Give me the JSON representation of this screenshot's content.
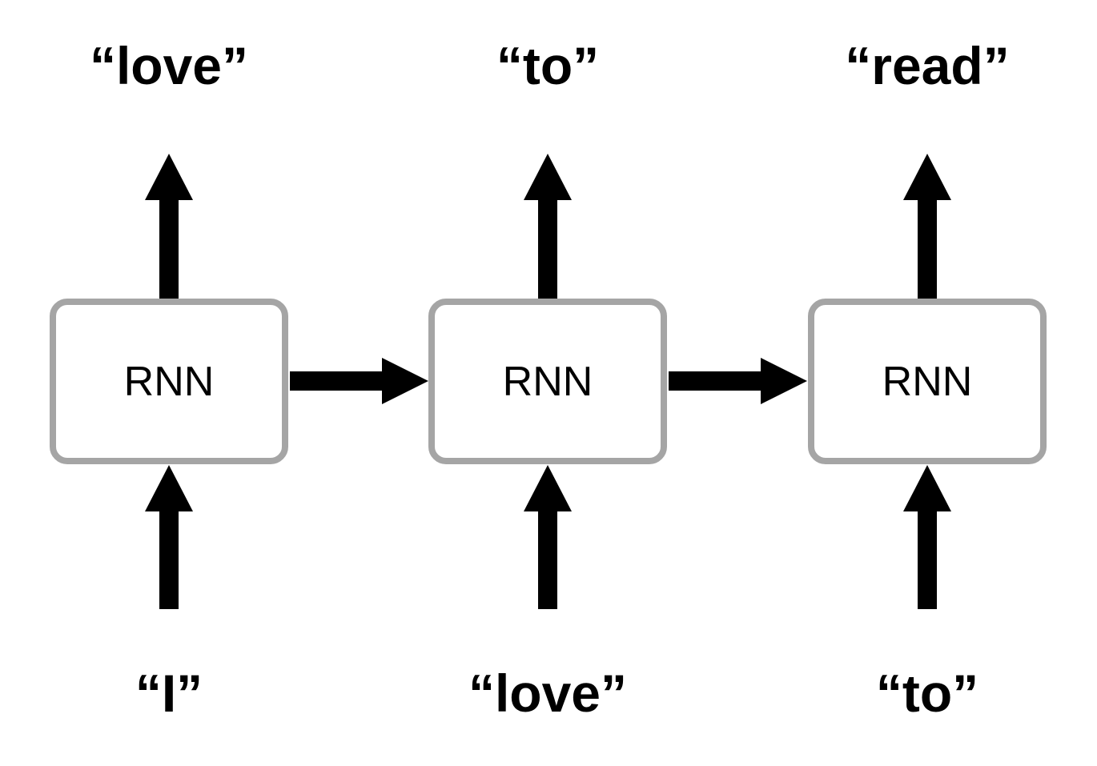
{
  "diagram": {
    "type": "rnn-unrolled-sequence",
    "node_label": "RNN",
    "colors": {
      "box_border": "#a5a5a5",
      "box_fill": "#ffffff",
      "arrow": "#000000",
      "text": "#000000",
      "background": "#ffffff"
    },
    "timesteps": [
      {
        "input": "“I”",
        "output": "“love”"
      },
      {
        "input": "“love”",
        "output": "“to”"
      },
      {
        "input": "“to”",
        "output": "“read”"
      }
    ]
  }
}
